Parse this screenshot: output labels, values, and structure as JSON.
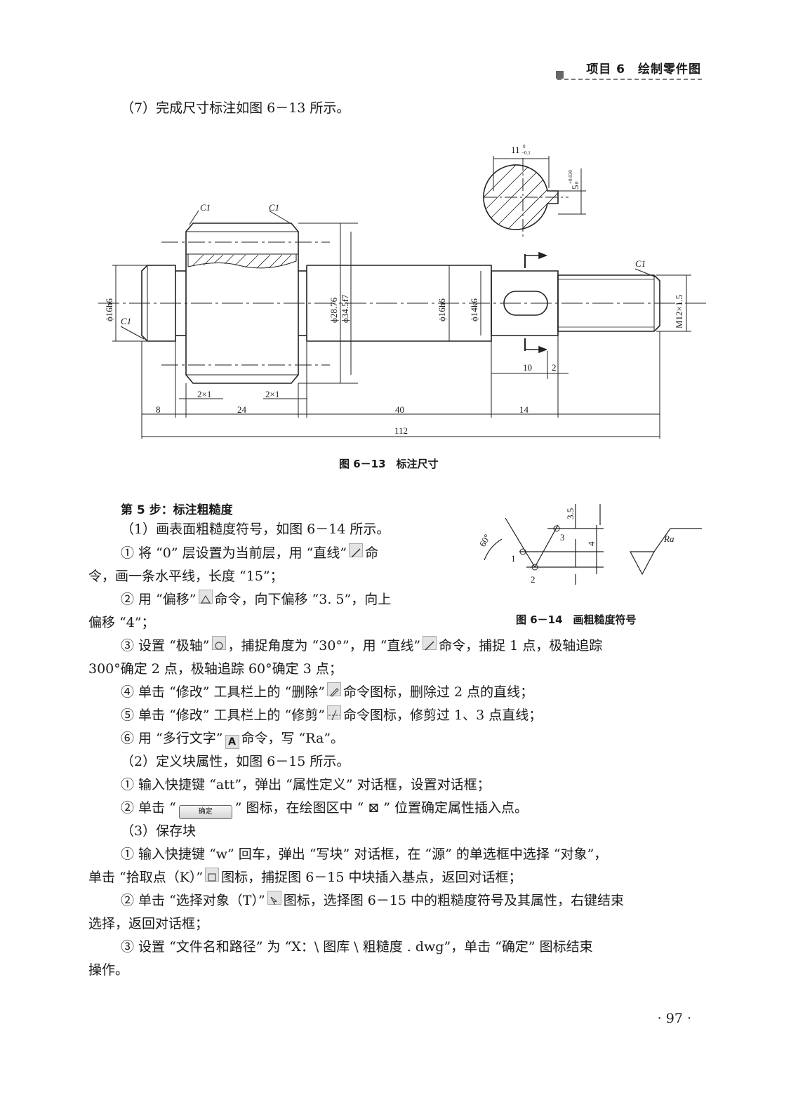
{
  "header": {
    "title": "项目 6　绘制零件图"
  },
  "step7": "（7）完成尺寸标注如图 6－13 所示。",
  "fig13": {
    "caption": "图 6－13　标注尺寸",
    "labels": {
      "c1_a": "C1",
      "c1_b": "C1",
      "c1_c": "C1",
      "c1_d": "C1",
      "d16h6_left": "ϕ16h6",
      "d2876": "ϕ28.76",
      "d345": "ϕ34.5f7",
      "d16h6_mid": "ϕ16h6",
      "d14k6": "ϕ14k6",
      "m12": "M12×1.5",
      "groove1": "2×1",
      "groove2": "2×1",
      "len8": "8",
      "len24": "24",
      "len40": "40",
      "len14": "14",
      "len112": "112",
      "len10": "10",
      "len2": "2",
      "sec_width": "11",
      "sec_width_tol": "0",
      "sec_width_tol2": "−0.1",
      "sec_depth": "5",
      "sec_depth_tol": "+0.030",
      "sec_depth_tol2": "0"
    }
  },
  "step5_title": "第 5 步：标注粗糙度",
  "para": {
    "s1": "（1）画表面粗糙度符号，如图 6－14 所示。",
    "s1a_1": "① 将 “0” 层设置为当前层，用 “直线”",
    "s1a_2": "命",
    "s1a_3": "令，画一条水平线，长度 “15”；",
    "s1b_1": "② 用 “偏移”",
    "s1b_2": "命令，向下偏移 “3. 5”，向上",
    "s1b_3": "偏移 “4”；",
    "s1c_1": "③ 设置 “极轴”",
    "s1c_2": "，捕捉角度为 “30°”，用 “直线”",
    "s1c_3": "命令，捕捉 1 点，极轴追踪",
    "s1c_4": "300°确定 2 点，极轴追踪 60°确定 3 点；",
    "s1d_1": "④ 单击 “修改” 工具栏上的 “删除”",
    "s1d_2": "命令图标，删除过 2 点的直线；",
    "s1e_1": "⑤ 单击 “修改” 工具栏上的 “修剪”",
    "s1e_2": "命令图标，修剪过 1、3 点直线；",
    "s1f_1": "⑥ 用 “多行文字”",
    "s1f_2": "命令，写 “Ra”。",
    "s2": "（2）定义块属性，如图 6－15 所示。",
    "s2a": "① 输入快捷键 “att”，弹出 “属性定义” 对话框，设置对话框；",
    "s2b_1": "② 单击 “",
    "s2b_btn": "确定",
    "s2b_2": "” 图标，在绘图区中 “ ⊠ ” 位置确定属性插入点。",
    "s3": "（3）保存块",
    "s3a_1": "① 输入快捷键 “w” 回车，弹出 “写块” 对话框，在 “源” 的单选框中选择 “对象”，",
    "s3a_2": "单击 “拾取点（K）”",
    "s3a_3": "图标，捕捉图 6－15 中块插入基点，返回对话框；",
    "s3b_1": "② 单击 “选择对象（T）”",
    "s3b_2": "图标，选择图 6－15 中的粗糙度符号及其属性，右键结束",
    "s3b_3": "选择，返回对话框；",
    "s3c_1": "③ 设置 “文件名和路径” 为 “X：\\ 图库 \\ 粗糙度 . dwg”，单击 “确定” 图标结束",
    "s3c_2": "操作。"
  },
  "fig14": {
    "caption": "图 6－14　画粗糙度符号",
    "labels": {
      "angle": "60°",
      "p1": "1",
      "p2": "2",
      "p3": "3",
      "h35": "3.5",
      "h4": "4",
      "ra": "Ra"
    }
  },
  "page_number": "· 97 ·"
}
